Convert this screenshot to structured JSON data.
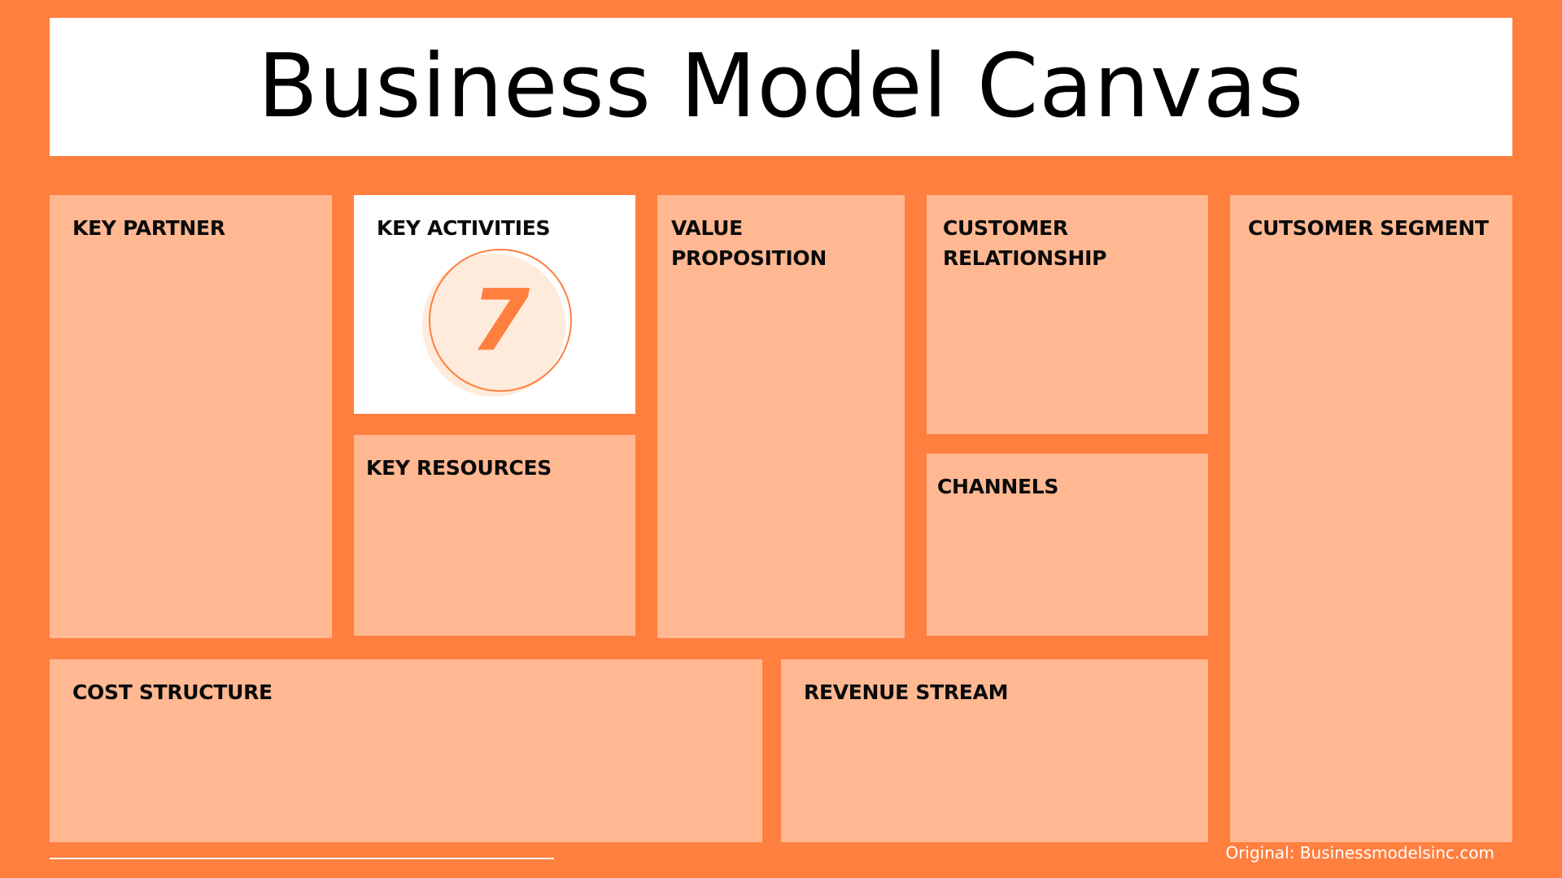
{
  "title": "Business Model Canvas",
  "colors": {
    "background": "#FF7F3F",
    "block": "#FFB892",
    "highlight_block": "#FFFFFF",
    "accent": "#FF7F3F",
    "circle_fill": "#FFEBDC",
    "label_text": "#0A0A0A"
  },
  "blocks": {
    "key_partner": {
      "label": "KEY PARTNER"
    },
    "key_activities": {
      "label": "KEY ACTIVITIES",
      "badge_number": "7",
      "highlighted": true
    },
    "key_resources": {
      "label": "KEY RESOURCES"
    },
    "value_proposition": {
      "label": "VALUE PROPOSITION"
    },
    "customer_relationship": {
      "label": "CUSTOMER RELATIONSHIP"
    },
    "channels": {
      "label": "CHANNELS"
    },
    "customer_segment": {
      "label": "CUTSOMER SEGMENT"
    },
    "cost_structure": {
      "label": "COST STRUCTURE"
    },
    "revenue_stream": {
      "label": "REVENUE STREAM"
    }
  },
  "footer": {
    "credit": "Original: Businessmodelsinc.com"
  }
}
